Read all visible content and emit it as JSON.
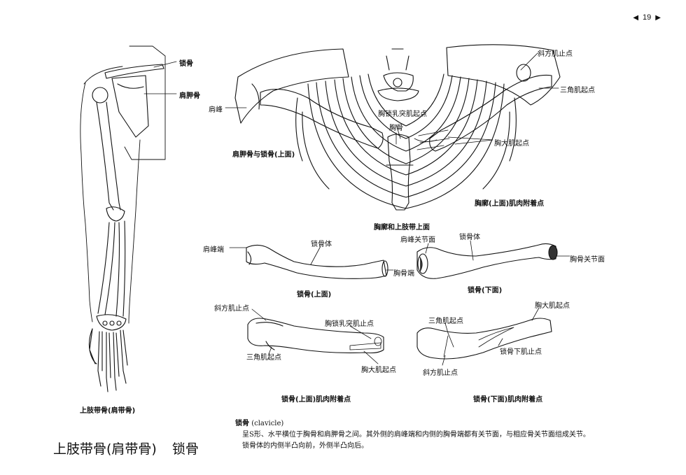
{
  "pager": {
    "prev": "◀",
    "page": "19",
    "next": "▶"
  },
  "arm_figure": {
    "labels": {
      "clavicle": "锁骨",
      "scapula": "肩胛骨"
    },
    "caption": "上肢带骨(肩带骨)"
  },
  "thorax_figure": {
    "labels": {
      "acromion": "肩峰",
      "trapezius_insertion": "斜方肌止点",
      "deltoid_origin": "三角肌起点",
      "scm_origin": "胸锁乳突肌起点",
      "sternum": "胸骨",
      "pectoralis_origin": "胸大肌起点"
    },
    "sub_caption": "肩胛骨与锁骨(上面)",
    "chest_caption": "胸廓(上面)肌肉附着点",
    "caption": "胸廓和上肢带上面"
  },
  "clavicle_top": {
    "labels": {
      "acromial_end": "肩峰端",
      "body": "锁骨体",
      "sternal_end": "胸骨端"
    },
    "caption": "锁骨(上面)"
  },
  "clavicle_bottom": {
    "labels": {
      "acromial_facet": "肩峰关节面",
      "body": "锁骨体",
      "sternal_facet": "胸骨关节面"
    },
    "caption": "锁骨(下面)"
  },
  "clavicle_top_attach": {
    "labels": {
      "trapezius_insertion": "斜方肌止点",
      "scm_insertion": "胸锁乳突肌止点",
      "deltoid_origin": "三角肌起点",
      "pectoralis_origin": "胸大肌起点"
    },
    "caption": "锁骨(上面)肌肉附着点"
  },
  "clavicle_bottom_attach": {
    "labels": {
      "pectoralis_origin": "胸大肌起点",
      "deltoid_origin": "三角肌起点",
      "subclavius_insertion": "锁骨下肌止点",
      "trapezius_insertion": "斜方肌止点"
    },
    "caption": "锁骨(下面)肌肉附着点"
  },
  "chapter_title": {
    "main": "上肢带骨(肩带骨)",
    "sub": "锁骨"
  },
  "description": {
    "term": "锁骨",
    "latin": "(clavicle)",
    "line1": "呈S形、水平横位于胸骨和肩胛骨之间。其外侧的肩峰端和内侧的胸骨端都有关节面，与相应骨关节面组成关节。",
    "line2": "锁骨体的内侧半凸向前，外侧半凸向后。"
  }
}
